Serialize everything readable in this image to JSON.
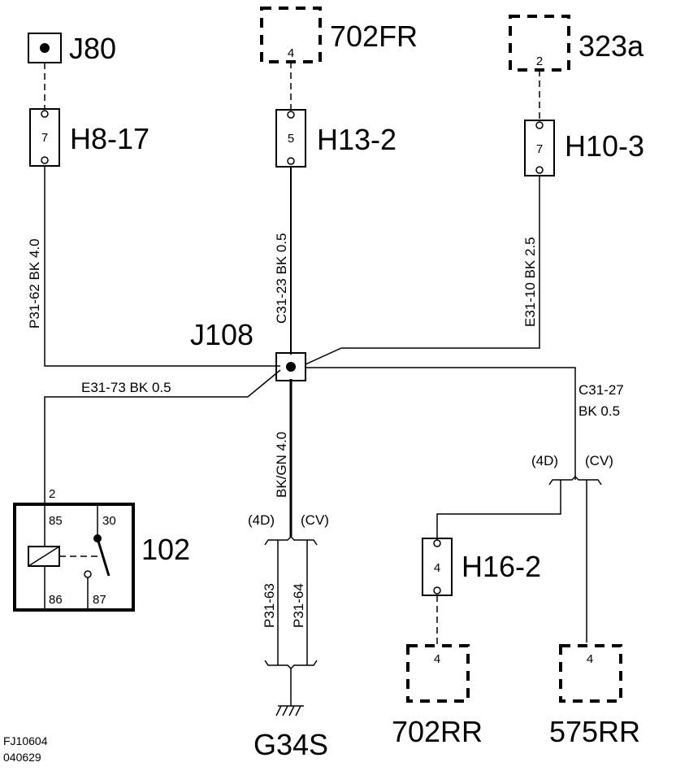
{
  "connectors": {
    "j80": "J80",
    "c702fr": "702FR",
    "c702fr_pin": "4",
    "c323a": "323a",
    "c323a_pin": "2",
    "h8": "H8-17",
    "h8_pin": "7",
    "h13": "H13-2",
    "h13_pin": "5",
    "h10": "H10-3",
    "h10_pin": "7",
    "j108": "J108",
    "h16": "H16-2",
    "h16_pin": "4",
    "c702rr": "702RR",
    "c702rr_pin": "4",
    "c575rr": "575RR",
    "c575rr_pin": "4",
    "g34s": "G34S"
  },
  "wires": {
    "left": "P31-62  BK  4.0",
    "center_top": "C31-23  BK  0.5",
    "right_top": "E31-10  BK  2.5",
    "to_relay": "E31-73  BK    0.5",
    "center_bottom": "BK/GN  4.0",
    "right_branch_line1": "C31-27",
    "right_branch_line2": "BK  0.5",
    "p31_63": "P31-63",
    "p31_64": "P31-64"
  },
  "variants": {
    "d4_center": "(4D)",
    "cv_center": "(CV)",
    "d4_right": "(4D)",
    "cv_right": "(CV)"
  },
  "relay": {
    "name": "102",
    "pin_top": "2",
    "t85": "85",
    "t30": "30",
    "t86": "86",
    "t87": "87"
  },
  "footer": {
    "line1": "FJ10604",
    "line2": "040629"
  }
}
